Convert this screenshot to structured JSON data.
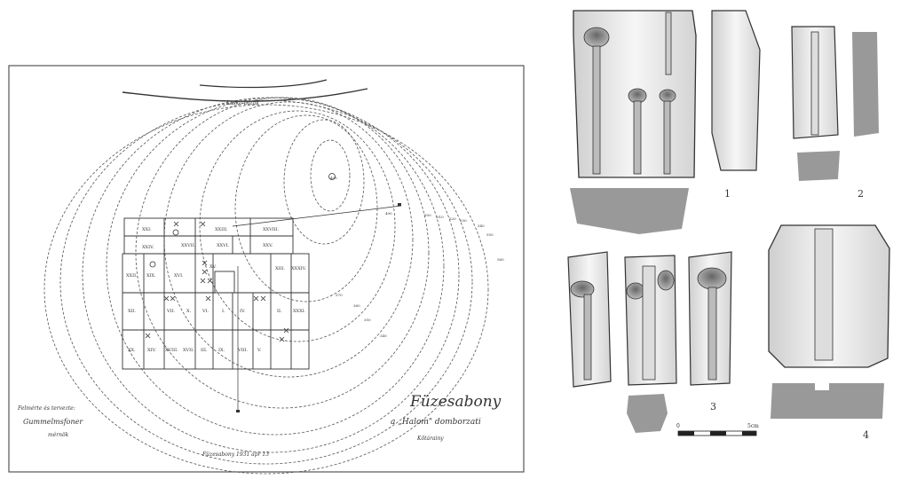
{
  "map": {
    "title": "Füzesabony",
    "subtitle": "a „Halom\" domborzati",
    "imprint": "Kőtárainy",
    "river": "Laskó patak",
    "bottom_caption": "Füzesabony 1931 ápr 13",
    "credit_lines": [
      "Felmérte és tervezte:",
      "Gummelmsfoner",
      "mérnök"
    ],
    "trench_labels": [
      "XXI.",
      "XXIII.",
      "XXVIII.",
      "XXIV.",
      "XXVII.",
      "XXVI.",
      "XXV.",
      "XXII.",
      "XIX.",
      "XVI.",
      "XV.",
      "XIII.",
      "XXXIV.",
      "XII.",
      "VII.",
      "X.",
      "VI.",
      "I.",
      "IV.",
      "II.",
      "XXXI.",
      "XX.",
      "XIV.",
      "XVIII.",
      "XVII.",
      "III.",
      "IX.",
      "VIII.",
      "V."
    ],
    "height_labels": [
      "400",
      "490",
      "500",
      "510",
      "520",
      "530",
      "540",
      "550",
      "560",
      "370",
      "360",
      "350",
      "340"
    ]
  },
  "figures": {
    "labels": [
      "1",
      "2",
      "3",
      "4"
    ],
    "scale": {
      "start": "0",
      "end": "5cm"
    }
  }
}
